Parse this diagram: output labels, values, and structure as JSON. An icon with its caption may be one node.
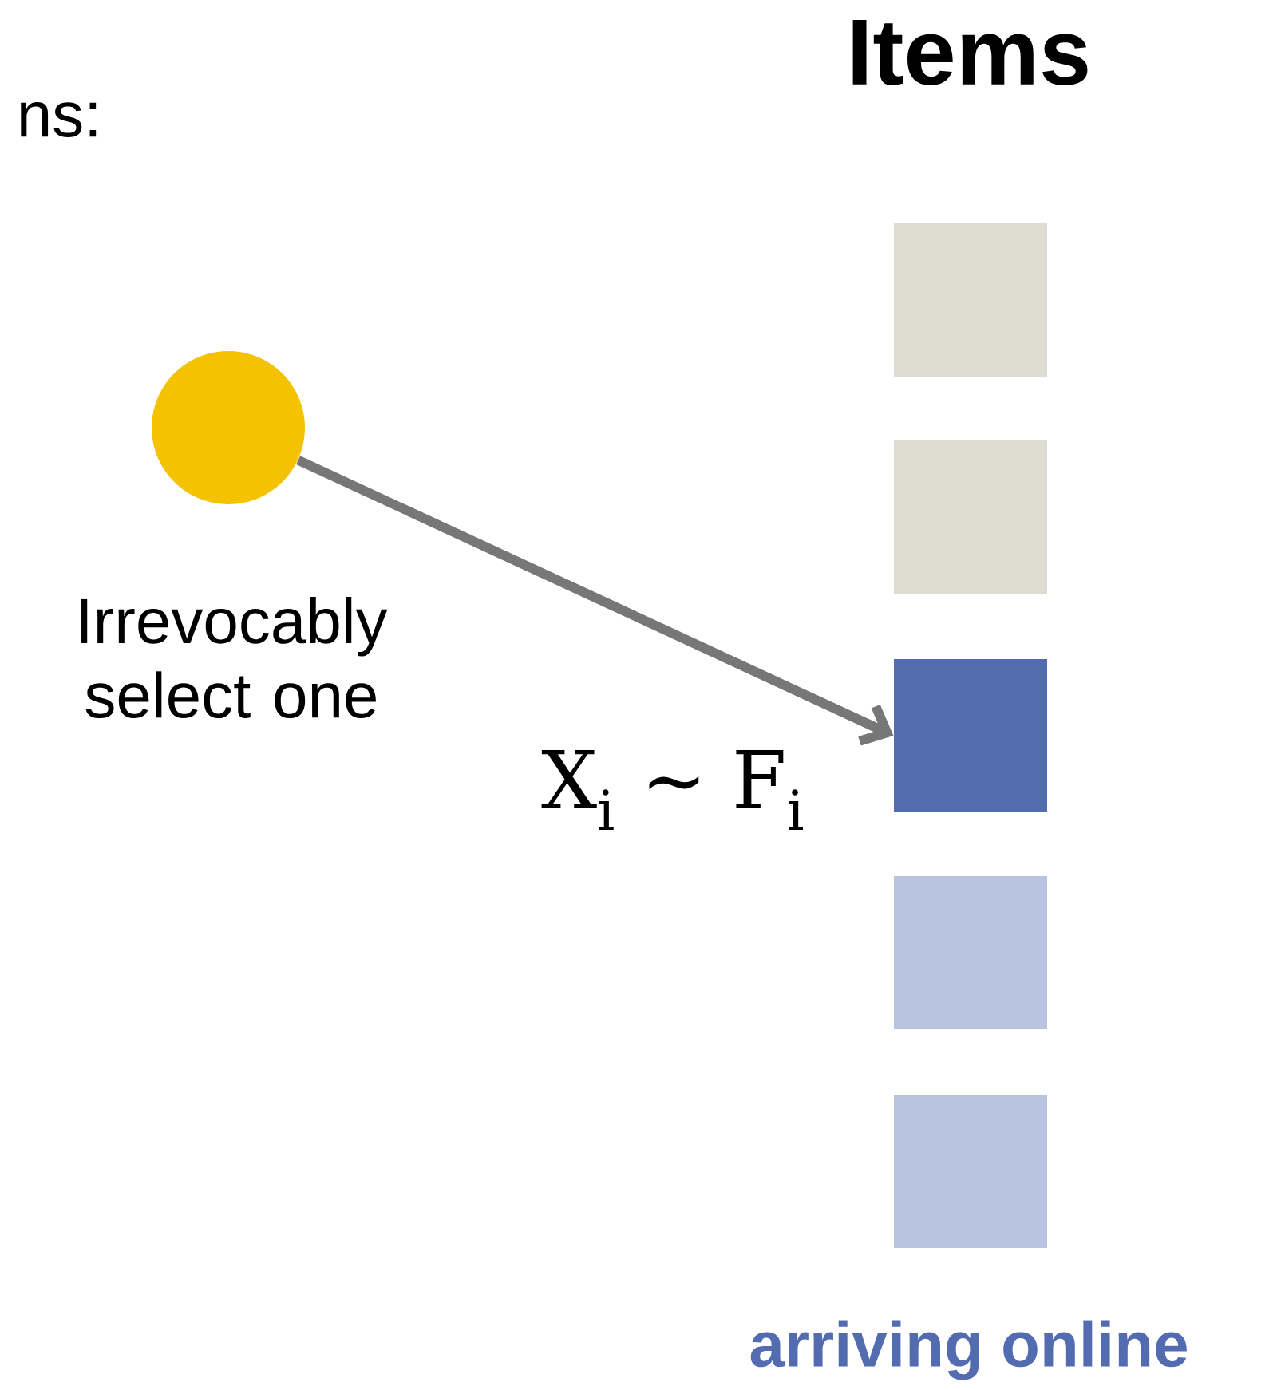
{
  "diagram": {
    "title": "Items",
    "nodes": [
      {
        "text": [],
        "shape": "circle",
        "beside": [
          "Irrevocably select one"
        ]
      },
      {
        "text": [],
        "shape": "box"
      },
      {
        "text": [],
        "shape": "box"
      },
      {
        "text": [],
        "shape": "box"
      },
      {
        "text": [],
        "shape": "box"
      },
      {
        "text": [],
        "shape": "box"
      }
    ],
    "edges": [
      {
        "from": 0,
        "to": 3,
        "arrow": "to",
        "label": "X$_{i}$ ∼ F$_{i}$"
      }
    ],
    "labels": [
      "ns:",
      "arriving online"
    ]
  }
}
